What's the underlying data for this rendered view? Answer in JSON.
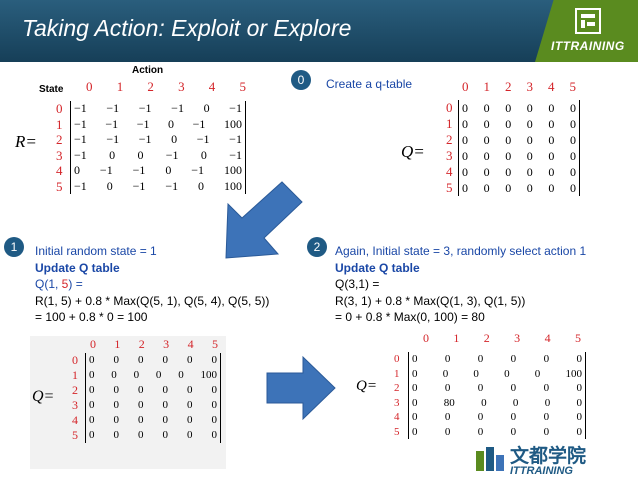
{
  "header": {
    "title": "Taking Action: Exploit or Explore",
    "brand": "ITTRAINING"
  },
  "r_matrix": {
    "action_label": "Action",
    "state_label": "State",
    "name": "R=",
    "columns": [
      "0",
      "1",
      "2",
      "3",
      "4",
      "5"
    ],
    "rows": [
      "0",
      "1",
      "2",
      "3",
      "4",
      "5"
    ],
    "cells": [
      [
        "−1",
        "−1",
        "−1",
        "−1",
        "0",
        "−1"
      ],
      [
        "−1",
        "−1",
        "−1",
        "0",
        "−1",
        "100"
      ],
      [
        "−1",
        "−1",
        "−1",
        "0",
        "−1",
        "−1"
      ],
      [
        "−1",
        "0",
        "0",
        "−1",
        "0",
        "−1"
      ],
      [
        "0",
        "−1",
        "−1",
        "0",
        "−1",
        "100"
      ],
      [
        "−1",
        "0",
        "−1",
        "−1",
        "0",
        "100"
      ]
    ]
  },
  "step0": {
    "badge": "0",
    "text": "Create a q-table"
  },
  "q_initial": {
    "name": "Q=",
    "columns": [
      "0",
      "1",
      "2",
      "3",
      "4",
      "5"
    ],
    "rows": [
      "0",
      "1",
      "2",
      "3",
      "4",
      "5"
    ],
    "cells": [
      [
        "0",
        "0",
        "0",
        "0",
        "0",
        "0"
      ],
      [
        "0",
        "0",
        "0",
        "0",
        "0",
        "0"
      ],
      [
        "0",
        "0",
        "0",
        "0",
        "0",
        "0"
      ],
      [
        "0",
        "0",
        "0",
        "0",
        "0",
        "0"
      ],
      [
        "0",
        "0",
        "0",
        "0",
        "0",
        "0"
      ],
      [
        "0",
        "0",
        "0",
        "0",
        "0",
        "0"
      ]
    ]
  },
  "step1": {
    "badge": "1",
    "line1": "Initial random state = 1",
    "line2": "Update Q table",
    "line3_a": "Q(1, ",
    "line3_b": "5",
    "line3_c": ") =",
    "line4": "R(1, 5) + 0.8 * Max(Q(5, 1), Q(5, 4), Q(5, 5))",
    "line5": "= 100 + 0.8 * 0 = 100"
  },
  "q_after1": {
    "name": "Q=",
    "columns": [
      "0",
      "1",
      "2",
      "3",
      "4",
      "5"
    ],
    "rows": [
      "0",
      "1",
      "2",
      "3",
      "4",
      "5"
    ],
    "cells": [
      [
        "0",
        "0",
        "0",
        "0",
        "0",
        "0"
      ],
      [
        "0",
        "0",
        "0",
        "0",
        "0",
        "100"
      ],
      [
        "0",
        "0",
        "0",
        "0",
        "0",
        "0"
      ],
      [
        "0",
        "0",
        "0",
        "0",
        "0",
        "0"
      ],
      [
        "0",
        "0",
        "0",
        "0",
        "0",
        "0"
      ],
      [
        "0",
        "0",
        "0",
        "0",
        "0",
        "0"
      ]
    ]
  },
  "step2": {
    "badge": "2",
    "line1": "Again, Initial state = 3,  randomly select action 1",
    "line2": "Update Q table",
    "line3": "Q(3,1) =",
    "line4": "R(3, 1) + 0.8 * Max(Q(1, 3), Q(1, 5))",
    "line5": "= 0 + 0.8 * Max(0, 100) = 80"
  },
  "q_after2": {
    "name": "Q=",
    "columns": [
      "0",
      "1",
      "2",
      "3",
      "4",
      "5"
    ],
    "rows": [
      "0",
      "1",
      "2",
      "3",
      "4",
      "5"
    ],
    "cells": [
      [
        "0",
        "0",
        "0",
        "0",
        "0",
        "0"
      ],
      [
        "0",
        "0",
        "0",
        "0",
        "0",
        "100"
      ],
      [
        "0",
        "0",
        "0",
        "0",
        "0",
        "0"
      ],
      [
        "0",
        "80",
        "0",
        "0",
        "0",
        "0"
      ],
      [
        "0",
        "0",
        "0",
        "0",
        "0",
        "0"
      ],
      [
        "0",
        "0",
        "0",
        "0",
        "0",
        "0"
      ]
    ]
  },
  "footer_logo": {
    "chinese": "文都学院",
    "brand": "ITTRAINING"
  },
  "colors": {
    "header": "#1f4e6b",
    "accent_red": "#d4252a",
    "text_blue": "#1a47a6",
    "arrow_blue": "#3d73b8",
    "logo_green": "#5a8b1f"
  }
}
